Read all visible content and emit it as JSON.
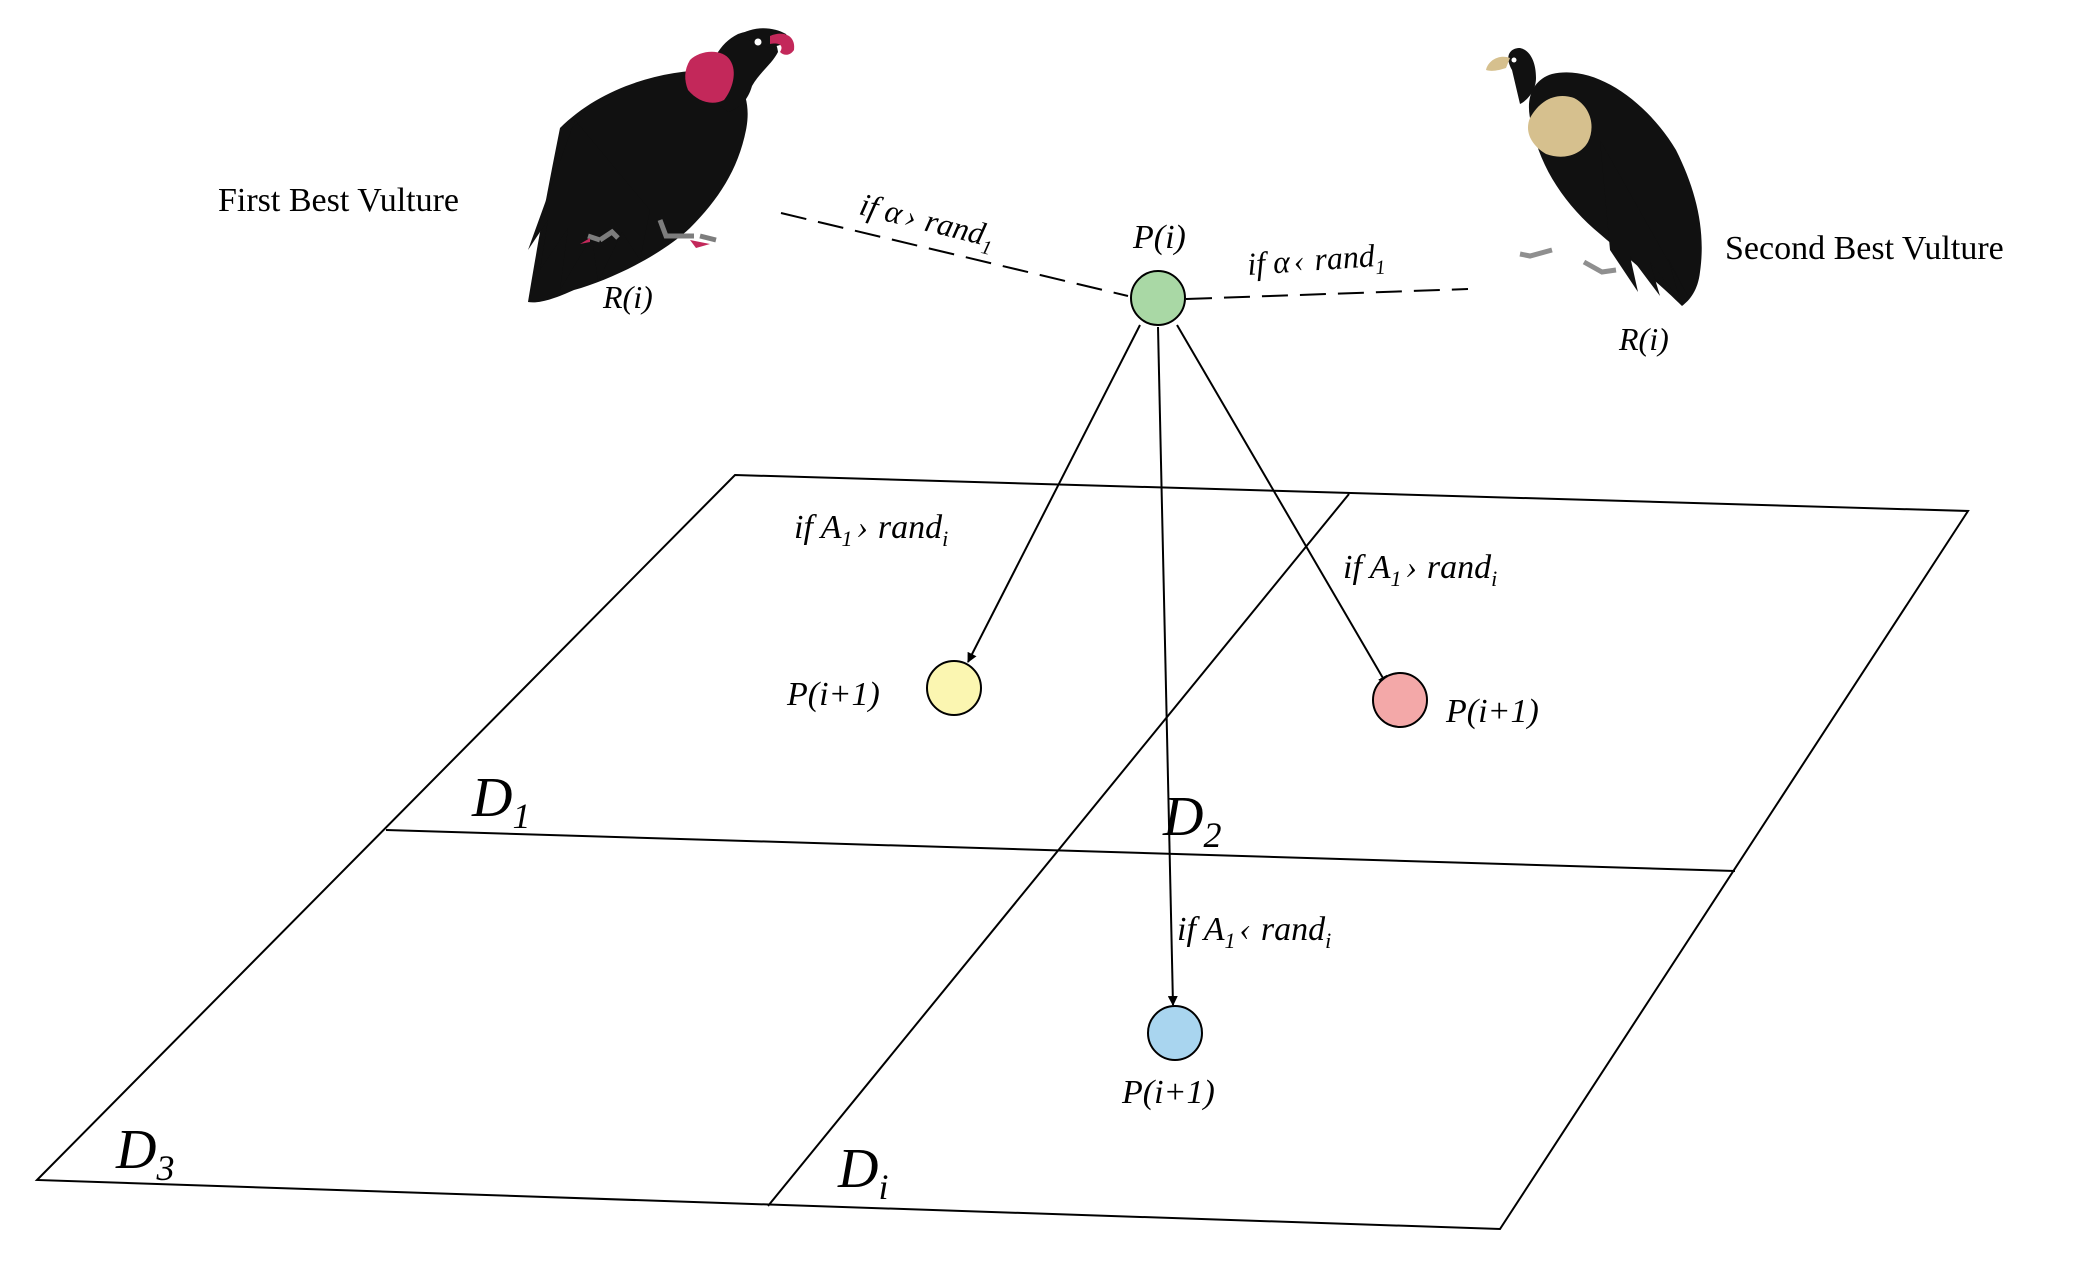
{
  "labels": {
    "first_vulture": "First Best Vulture",
    "second_vulture": "Second Best Vulture",
    "r_left": "R(i)",
    "r_right": "R(i)",
    "p_current": "P(i)",
    "p_next_left": "P(i+1)",
    "p_next_right": "P(i+1)",
    "p_next_bottom": "P(i+1)"
  },
  "conditions": {
    "alpha_greater": {
      "prefix": "if α",
      "op": "›",
      "var": "rand",
      "sub": "1"
    },
    "alpha_less": {
      "prefix": "if α",
      "op": "‹",
      "var": "rand",
      "sub": "1"
    },
    "a1_greater_left": {
      "prefix": "if A",
      "psub": "1",
      "op": "›",
      "var": "rand",
      "sub": "i"
    },
    "a1_greater_right": {
      "prefix": "if A",
      "psub": "1",
      "op": "›",
      "var": "rand",
      "sub": "i"
    },
    "a1_less": {
      "prefix": "if A",
      "psub": "1",
      "op": "‹",
      "var": "rand",
      "sub": "i"
    }
  },
  "regions": {
    "d1": {
      "main": "D",
      "sub": "1"
    },
    "d2": {
      "main": "D",
      "sub": "2"
    },
    "d3": {
      "main": "D",
      "sub": "3"
    },
    "di": {
      "main": "D",
      "sub": "i"
    }
  },
  "colors": {
    "p_current": "#a9d8a5",
    "p_next_left": "#fbf6b1",
    "p_next_right": "#f3a8a8",
    "p_next_bottom": "#a9d5ef",
    "vulture_body": "#111111",
    "first_vulture_accent": "#c3285a",
    "second_vulture_accent": "#d6c08e"
  }
}
